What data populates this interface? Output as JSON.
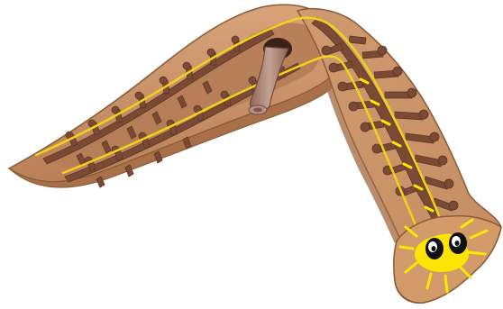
{
  "illustration": {
    "subject": "flatworm-planarian",
    "colors": {
      "background": "#ffffff",
      "body_outer": "#c58f63",
      "body_outline": "#8a5a38",
      "body_inner": "#b07a55",
      "gut": "#7a4a35",
      "gut_dark": "#5e3526",
      "nerve": "#f2d21b",
      "nerve_bright": "#ffe800",
      "pharynx": "#9b7364",
      "pharynx_light": "#c9a89a",
      "eye_white": "#ffffff",
      "eye_pupil": "#111111",
      "head": "#d39a6a"
    },
    "parts": [
      "body",
      "gut-branches",
      "nerve-cords",
      "pharynx",
      "eyespots",
      "head"
    ]
  }
}
